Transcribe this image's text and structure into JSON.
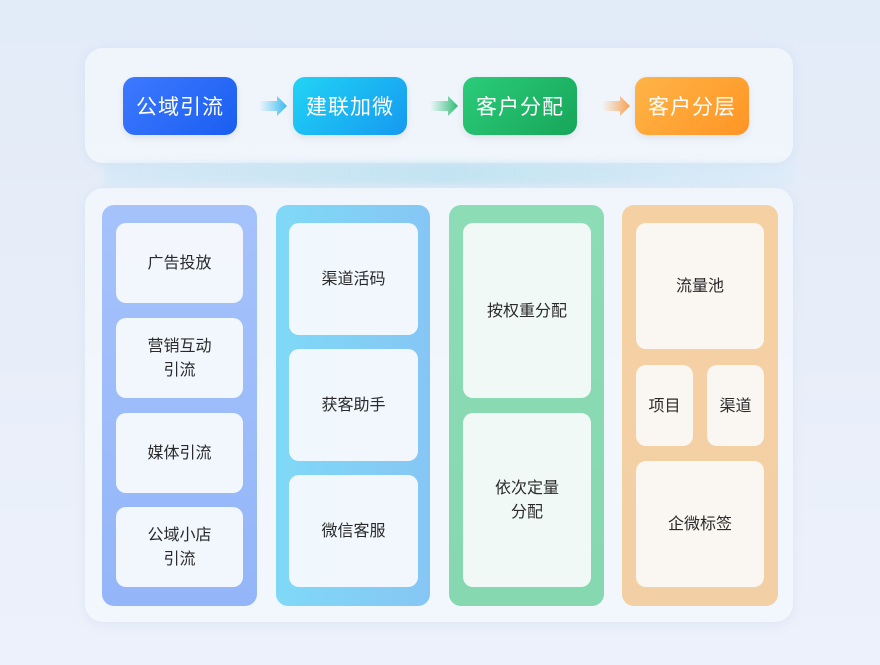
{
  "stages": [
    {
      "label": "公域引流",
      "color": "#2a6bf7"
    },
    {
      "label": "建联加微",
      "color": "#1bb6f3"
    },
    {
      "label": "客户分配",
      "color": "#20b866"
    },
    {
      "label": "客户分层",
      "color": "#ffa035"
    }
  ],
  "arrows": [
    {
      "icon": "arrow-right-icon",
      "color": "#4cc6f0"
    },
    {
      "icon": "arrow-right-icon",
      "color": "#3fc583"
    },
    {
      "icon": "arrow-right-icon",
      "color": "#f9a85a"
    }
  ],
  "columns": [
    {
      "name": "公域引流",
      "items": [
        "广告投放",
        "营销互动\n引流",
        "媒体引流",
        "公域小店\n引流"
      ]
    },
    {
      "name": "建联加微",
      "items": [
        "渠道活码",
        "获客助手",
        "微信客服"
      ]
    },
    {
      "name": "客户分配",
      "items": [
        "按权重分配",
        "依次定量\n分配"
      ]
    },
    {
      "name": "客户分层",
      "items": [
        "流量池",
        "项目",
        "渠道",
        "企微标签"
      ]
    }
  ]
}
